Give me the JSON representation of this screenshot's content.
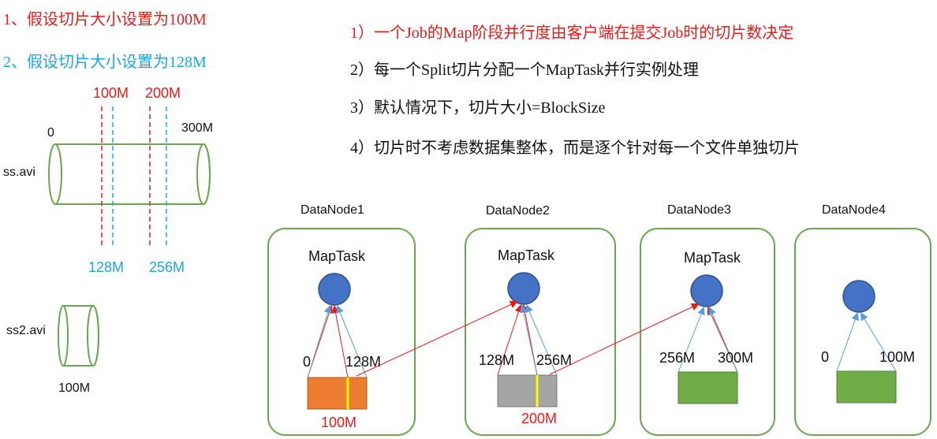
{
  "scenarios": {
    "s1": "1、假设切片大小设置为100M",
    "s2": "2、假设切片大小设置为128M"
  },
  "rules": [
    "1）一个Job的Map阶段并行度由客户端在提交Job时的切片数决定",
    "2）每一个Split切片分配一个MapTask并行实例处理",
    "3）默认情况下，切片大小=BlockSize",
    "4）切片时不考虑数据集整体，而是逐个针对每一个文件单独切片"
  ],
  "file1": {
    "name": "ss.avi",
    "start": "0",
    "end": "300M",
    "cut100": "100M",
    "cut200": "200M",
    "cut128": "128M",
    "cut256": "256M"
  },
  "file2": {
    "name": "ss2.avi",
    "size": "100M"
  },
  "nodes": [
    {
      "name": "DataNode1",
      "task": "MapTask",
      "left": "0",
      "right": "128M",
      "bottom": "100M"
    },
    {
      "name": "DataNode2",
      "task": "MapTask",
      "left": "128M",
      "right": "256M",
      "bottom": "200M"
    },
    {
      "name": "DataNode3",
      "task": "MapTask",
      "left": "256M",
      "right": "300M"
    },
    {
      "name": "DataNode4",
      "left": "0",
      "right": "100M"
    }
  ],
  "colors": {
    "red": "#e81a1a",
    "cyan": "#1aa7df",
    "green_border": "#6aa84f",
    "circle": "#4472c4",
    "orange_block": "#ed7d31",
    "gray_block": "#a5a5a5",
    "green_block": "#70ad47",
    "yellow_split": "#ffff00"
  }
}
